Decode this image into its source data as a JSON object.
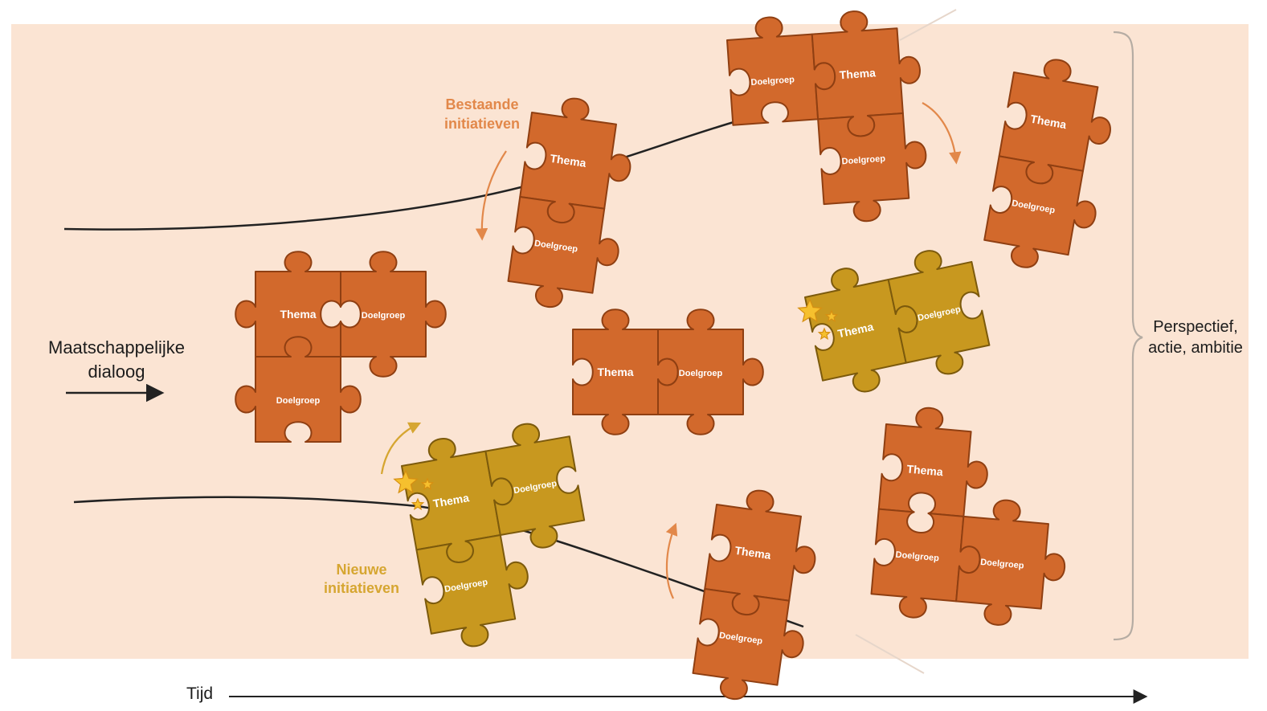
{
  "labels": {
    "left": "Maatschappelijke dialoog",
    "right": "Perspectief, actie, ambitie",
    "time": "Tijd",
    "existing": "Bestaande initiatieven",
    "new": "Nieuwe initiatieven"
  },
  "piece_text": {
    "theme": "Thema",
    "target": "Doelgroep"
  },
  "colors": {
    "background": "#fbe4d3",
    "existing_fill": "#d2692c",
    "existing_stroke": "#8f3f12",
    "new_fill": "#c8981f",
    "new_stroke": "#7c5a0c",
    "existing_label": "#e2884a",
    "new_label": "#d6a631",
    "star": "#f6c02e",
    "line": "#222222"
  },
  "groups": [
    {
      "id": "group-left",
      "kind": "existing",
      "pieces": [
        {
          "label": "theme"
        },
        {
          "label": "target"
        },
        {
          "label": "target"
        }
      ]
    },
    {
      "id": "group-existing-top",
      "kind": "existing",
      "pieces": [
        {
          "label": "theme"
        },
        {
          "label": "target"
        }
      ]
    },
    {
      "id": "group-top-mid",
      "kind": "existing",
      "pieces": [
        {
          "label": "target"
        },
        {
          "label": "theme"
        },
        {
          "label": "target"
        }
      ]
    },
    {
      "id": "group-top-right",
      "kind": "existing",
      "pieces": [
        {
          "label": "theme"
        },
        {
          "label": "target"
        }
      ]
    },
    {
      "id": "group-center",
      "kind": "existing",
      "pieces": [
        {
          "label": "theme"
        },
        {
          "label": "target"
        }
      ]
    },
    {
      "id": "group-new-right",
      "kind": "new",
      "pieces": [
        {
          "label": "theme"
        },
        {
          "label": "target"
        }
      ]
    },
    {
      "id": "group-new-bottom",
      "kind": "new",
      "pieces": [
        {
          "label": "theme"
        },
        {
          "label": "target"
        },
        {
          "label": "target"
        }
      ]
    },
    {
      "id": "group-bottom-mid",
      "kind": "existing",
      "pieces": [
        {
          "label": "theme"
        },
        {
          "label": "target"
        }
      ]
    },
    {
      "id": "group-bottom-right",
      "kind": "existing",
      "pieces": [
        {
          "label": "theme"
        },
        {
          "label": "target"
        },
        {
          "label": "target"
        }
      ]
    }
  ]
}
